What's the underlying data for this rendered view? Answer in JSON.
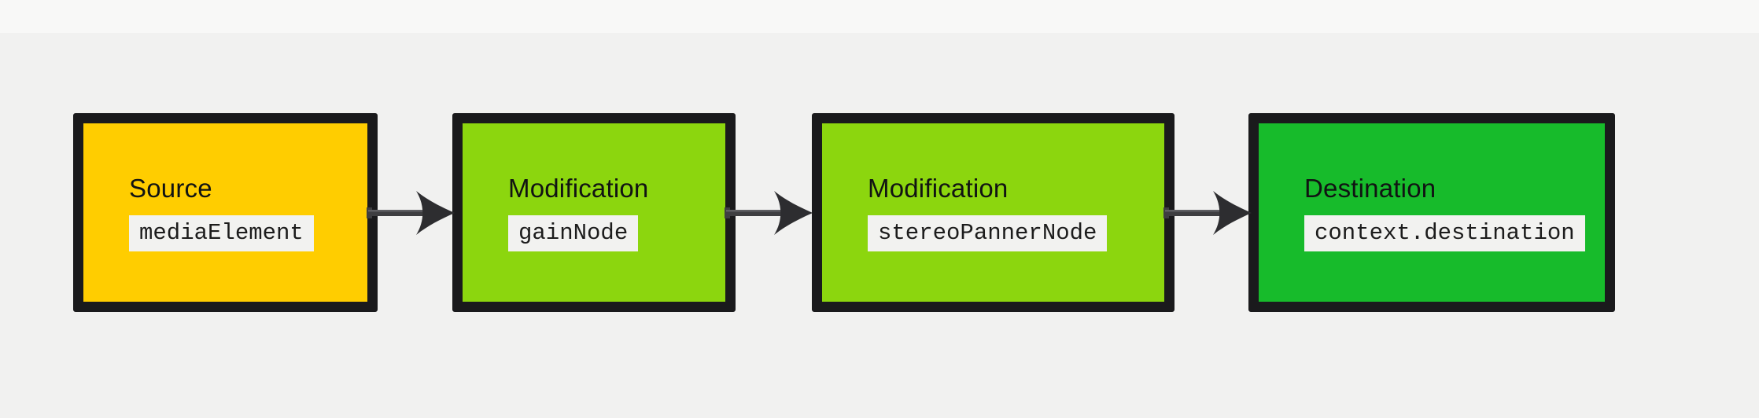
{
  "colors": {
    "page_background": "#f1f1f0",
    "top_band": "#f8f8f7",
    "box_border": "#1a1a1c",
    "label_text": "#111313",
    "code_text": "#1c1c1c",
    "chip_bg": "#f2f2f0",
    "arrow_shaft": "#3e3e41",
    "arrow_highlight": "#5f5f63",
    "arrow_head": "#2d2d30",
    "arrow_stroke": "#58585c",
    "source_fill": "#ffcd00",
    "modification_fill": "#8cd60e",
    "destination_fill": "#17bb2b"
  },
  "pipeline": {
    "nodes": [
      {
        "role": "Source",
        "code": "mediaElement",
        "fill": "#ffcd00"
      },
      {
        "role": "Modification",
        "code": "gainNode",
        "fill": "#8cd60e"
      },
      {
        "role": "Modification",
        "code": "stereoPannerNode",
        "fill": "#8cd60e"
      },
      {
        "role": "Destination",
        "code": "context.destination",
        "fill": "#17bb2b"
      }
    ],
    "arrows": [
      {
        "from": "mediaElement",
        "to": "gainNode"
      },
      {
        "from": "gainNode",
        "to": "stereoPannerNode"
      },
      {
        "from": "stereoPannerNode",
        "to": "context.destination"
      }
    ]
  }
}
